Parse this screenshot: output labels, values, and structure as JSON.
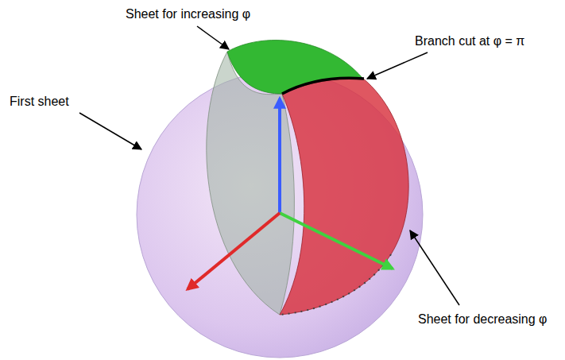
{
  "diagram": {
    "labels": [
      "Sheet for increasing φ",
      "Branch cut at φ = π",
      "First sheet",
      "Sheet for decreasing φ"
    ]
  }
}
